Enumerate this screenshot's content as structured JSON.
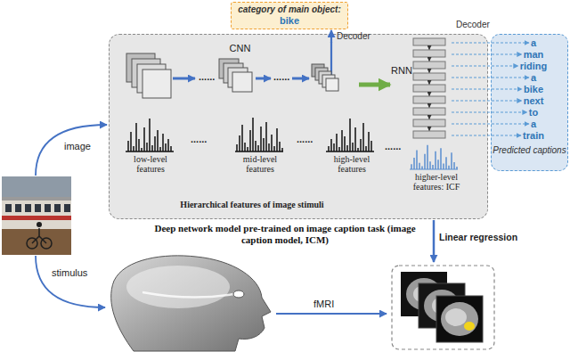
{
  "diagram": {
    "nodes": [
      {
        "text": [
          "category of main object:",
          "bike"
        ]
      },
      {
        "text": [
          "Hierarchical features of image stimuli",
          "Deep network model pre-trained on image caption task (image caption model, ICM)"
        ]
      },
      {
        "text": [
          "CNN"
        ],
        "in": 1
      },
      {
        "text": [
          "RNN"
        ],
        "in": 1
      },
      {
        "text": [
          "low-level features"
        ],
        "in": 1
      },
      {
        "text": [
          "mid-level features"
        ],
        "in": 1
      },
      {
        "text": [
          "high-level features"
        ],
        "in": 1
      },
      {
        "text": [
          "higher-level features: ICF"
        ],
        "in": 1
      },
      {
        "text": [
          "Predicted captions"
        ]
      },
      {
        "text": [
          "a"
        ],
        "in": 8
      },
      {
        "text": [
          "man"
        ],
        "in": 8
      },
      {
        "text": [
          "riding"
        ],
        "in": 8
      },
      {
        "text": [
          "a"
        ],
        "in": 8
      },
      {
        "text": [
          "bike"
        ],
        "in": 8
      },
      {
        "text": [
          "next"
        ],
        "in": 8
      },
      {
        "text": [
          "to"
        ],
        "in": 8
      },
      {
        "text": [
          "a"
        ],
        "in": 8
      },
      {
        "text": [
          "train"
        ],
        "in": 8
      }
    ],
    "edges": [
      {
        "from": 2,
        "to": 0,
        "label": "Decoder",
        "arrow": "to"
      },
      {
        "from": 2,
        "to": 3,
        "arrow": "to"
      },
      {
        "from": 3,
        "to": 9,
        "arrow": "to"
      },
      {
        "from": 3,
        "to": 10,
        "arrow": "to"
      },
      {
        "from": 3,
        "to": 11,
        "arrow": "to"
      },
      {
        "from": 3,
        "to": 12,
        "arrow": "to"
      },
      {
        "from": 3,
        "to": 13,
        "arrow": "to"
      },
      {
        "from": 3,
        "to": 14,
        "arrow": "to"
      },
      {
        "from": 3,
        "to": 15,
        "arrow": "to"
      },
      {
        "from": 3,
        "to": 16,
        "arrow": "to"
      },
      {
        "from": 3,
        "to": 17,
        "arrow": "to"
      }
    ],
    "labels": [
      "Decoder",
      "......",
      "......",
      "......",
      "......",
      "......",
      "image",
      "Linear regression",
      "stimulus",
      "fMRI"
    ]
  }
}
